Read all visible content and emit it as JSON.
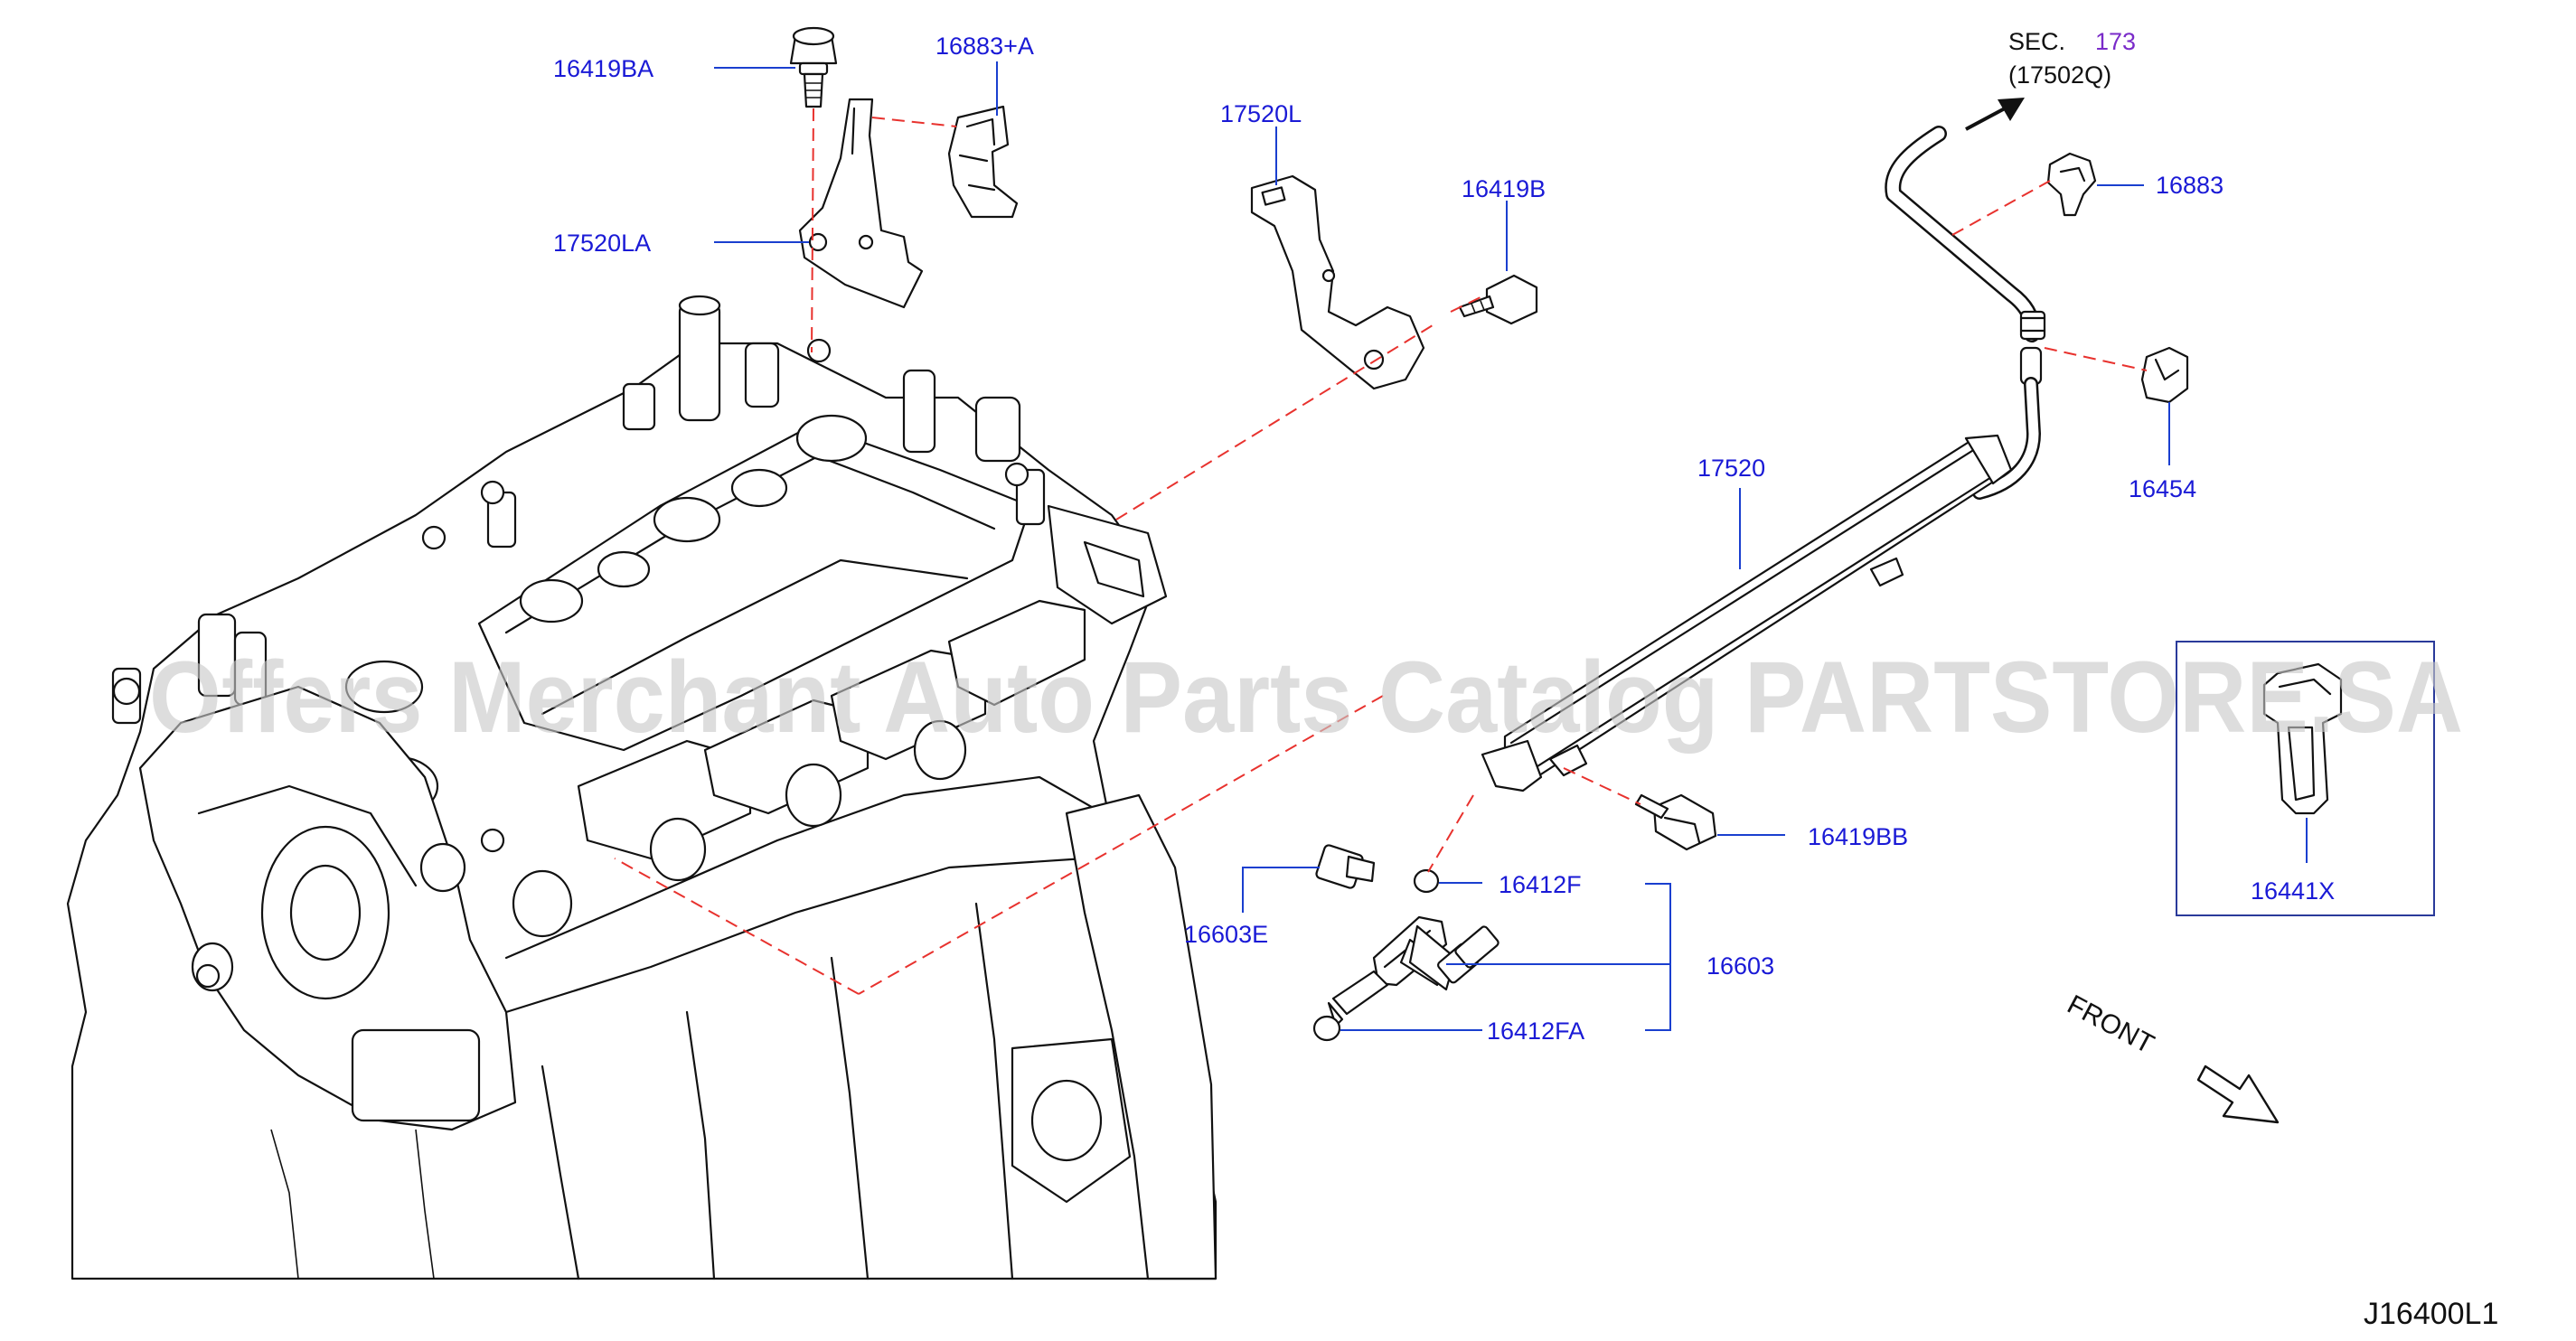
{
  "callouts": {
    "c16419BA": "16419BA",
    "c16883A": "16883+A",
    "c17520L": "17520L",
    "c16419B": "16419B",
    "c17520LA": "17520LA",
    "c16883": "16883",
    "c16454": "16454",
    "c17520": "17520",
    "c16419BB": "16419BB",
    "c16412F": "16412F",
    "c16603E": "16603E",
    "c16603": "16603",
    "c16412FA": "16412FA",
    "c16441X": "16441X"
  },
  "section_ref": {
    "prefix": "SEC.",
    "number": "173",
    "part": "(17502Q)"
  },
  "front_label": "FRONT",
  "diagram_id": "J16400L1",
  "watermark": "Offers Merchant Auto Parts Catalog PARTSTORE.SA",
  "colors": {
    "callout": "#1a1ad6",
    "section_number": "#7a2bc9",
    "leader": "#1a3fcf",
    "dashed_line": "#e8322e",
    "linework": "#111111"
  },
  "icons": {
    "front_arrow": "outline-arrow-down-right-icon",
    "section_arrow": "solid-arrow-up-right-icon"
  }
}
